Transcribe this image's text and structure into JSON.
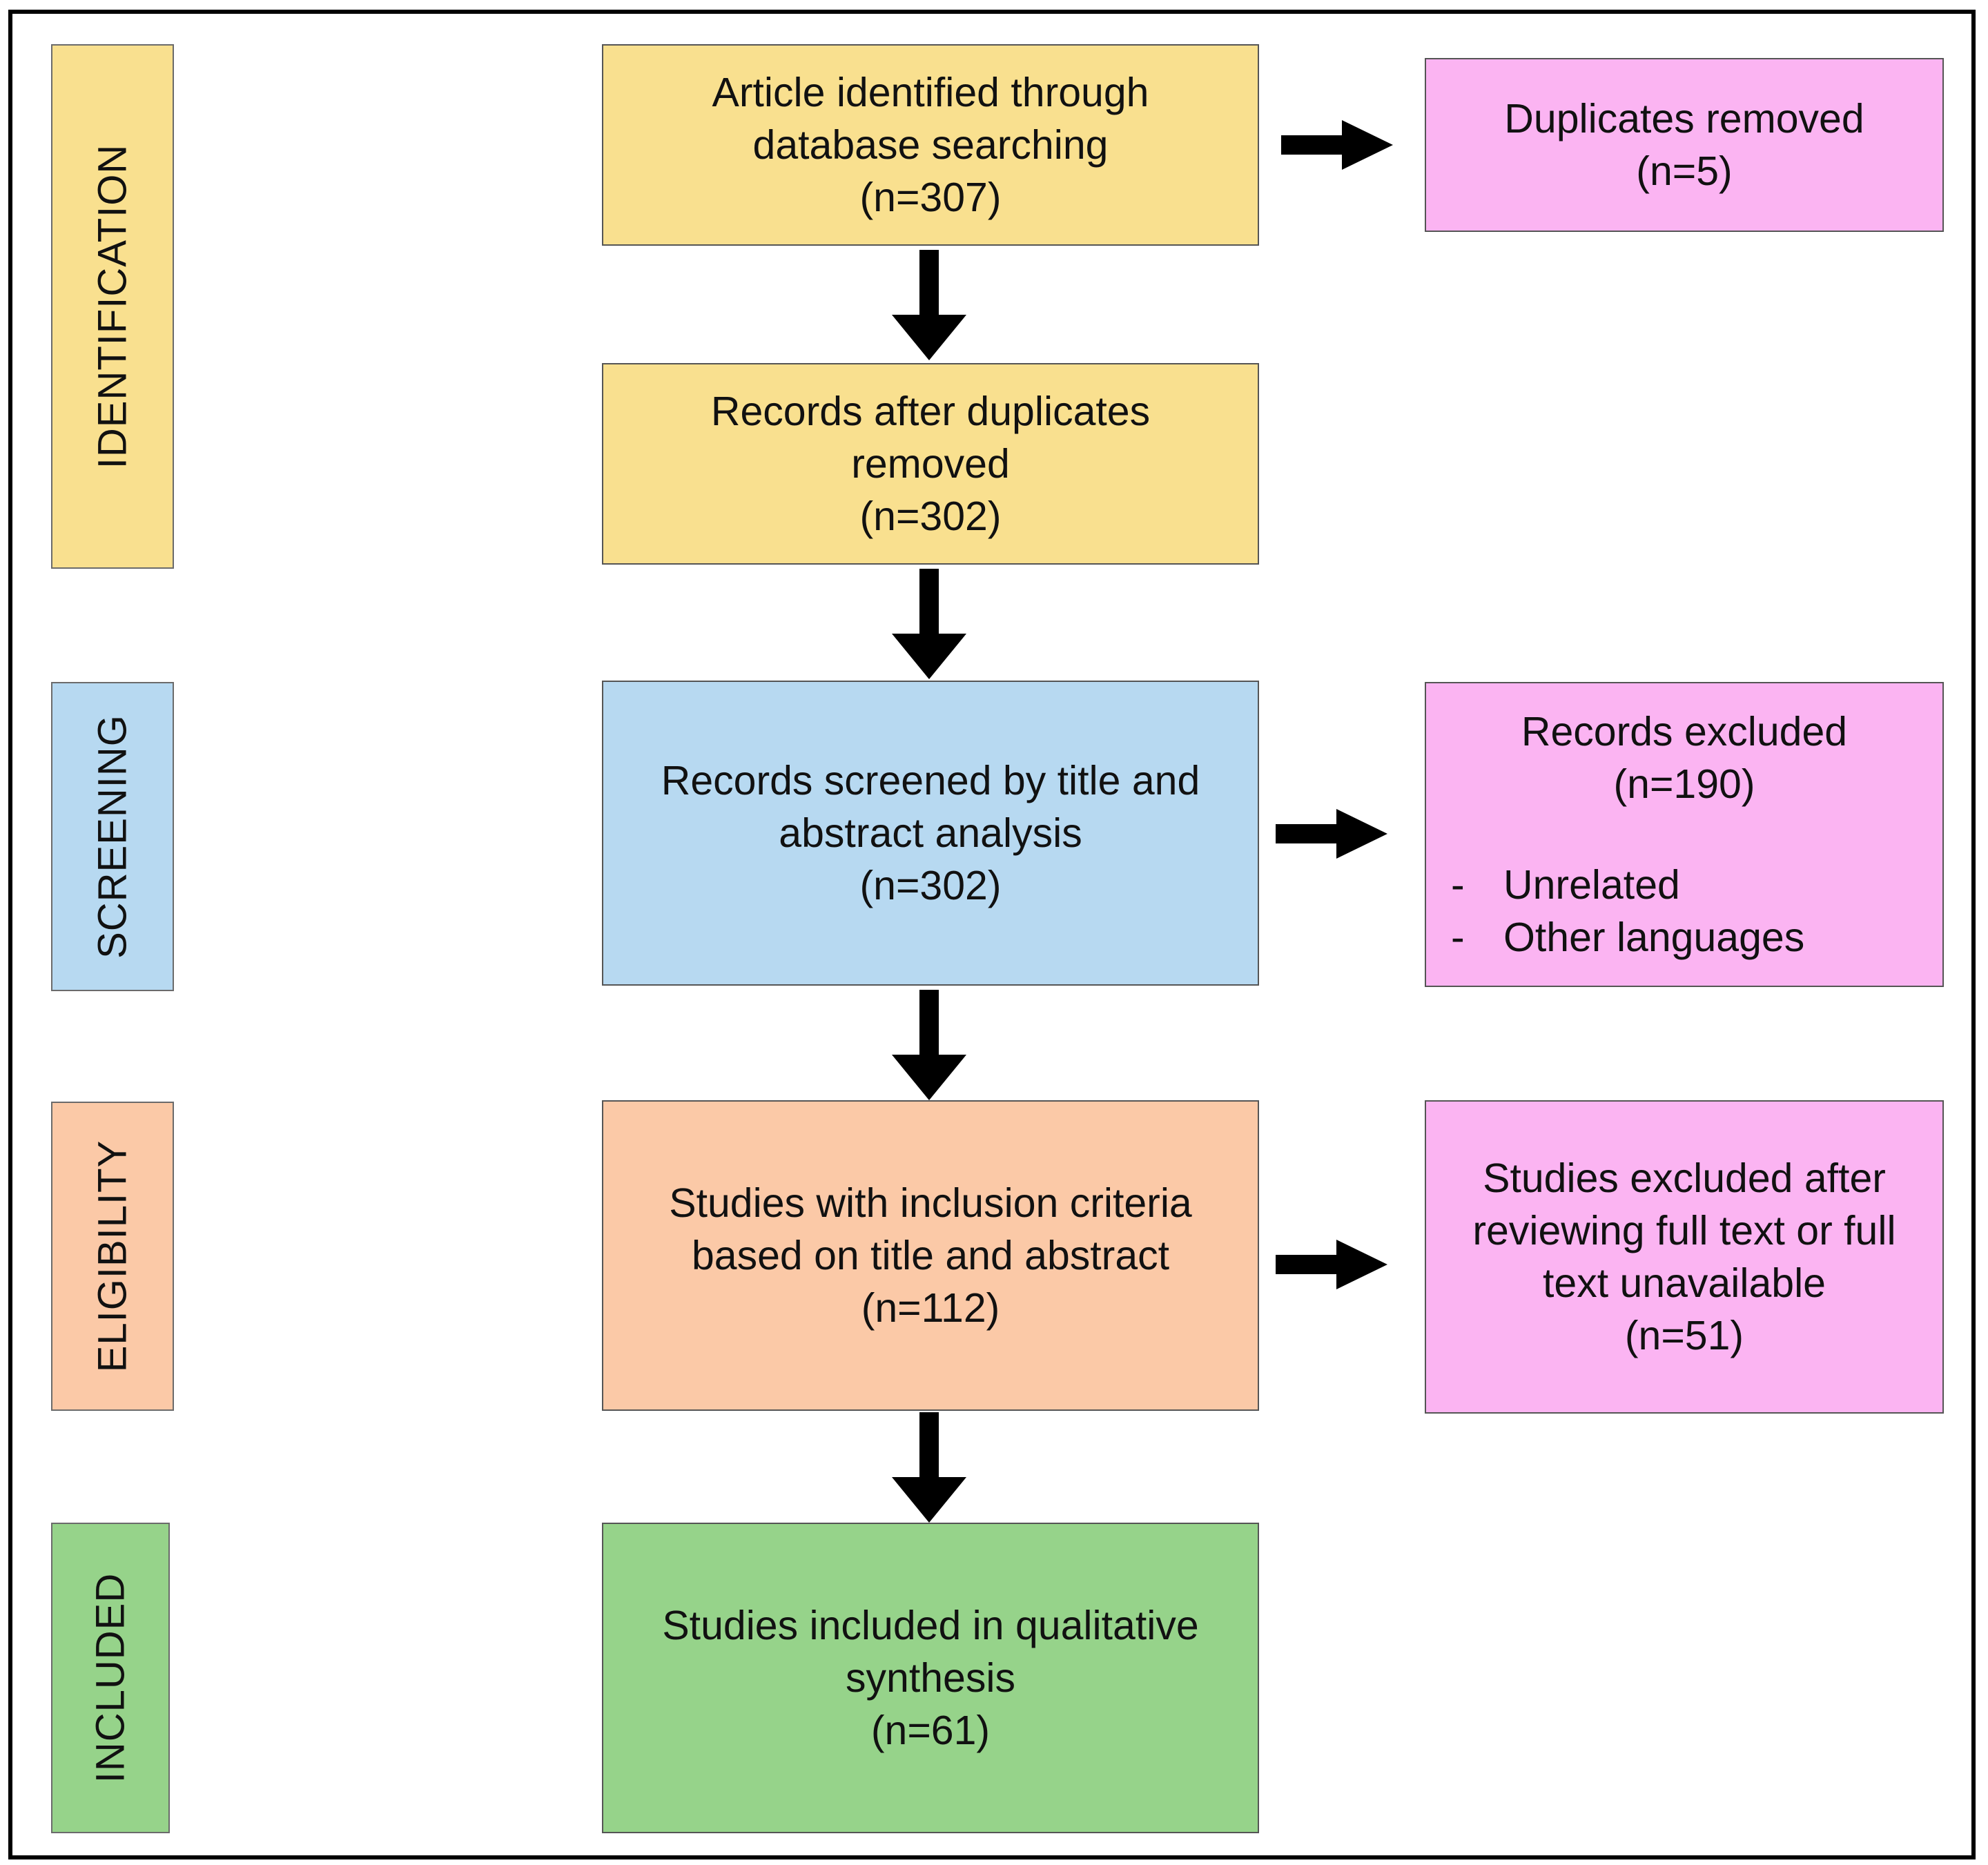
{
  "colors": {
    "identification": "#f9e08f",
    "screening": "#b7d9f1",
    "eligibility": "#fbc9a7",
    "included": "#96d38a",
    "excluded": "#fbb4f2",
    "arrow": "#000000",
    "border": "#555555"
  },
  "stages": {
    "identification": "IDENTIFICATION",
    "screening": "SCREENING",
    "eligibility": "ELIGIBILITY",
    "included": "INCLUDED"
  },
  "boxes": {
    "identified": {
      "lines": [
        "Article identified through",
        "database searching"
      ],
      "count": "(n=307)"
    },
    "after_duplicates": {
      "lines": [
        "Records after duplicates",
        "removed"
      ],
      "count": "(n=302)"
    },
    "screened": {
      "lines": [
        "Records screened by title and",
        "abstract analysis"
      ],
      "count": "(n=302)"
    },
    "eligible": {
      "lines": [
        "Studies with inclusion criteria",
        "based on title and abstract"
      ],
      "count": "(n=112)"
    },
    "included": {
      "lines": [
        "Studies included in qualitative",
        "synthesis"
      ],
      "count": "(n=61)"
    }
  },
  "exclusions": {
    "duplicates": {
      "lines": [
        "Duplicates removed"
      ],
      "count": "(n=5)"
    },
    "records_excluded": {
      "lines": [
        "Records excluded"
      ],
      "count": "(n=190)",
      "bullets": [
        "Unrelated",
        "Other languages"
      ],
      "bullet_marker": "-"
    },
    "full_text_excluded": {
      "lines": [
        "Studies excluded after",
        "reviewing full text or full",
        "text unavailable"
      ],
      "count": "(n=51)"
    }
  }
}
